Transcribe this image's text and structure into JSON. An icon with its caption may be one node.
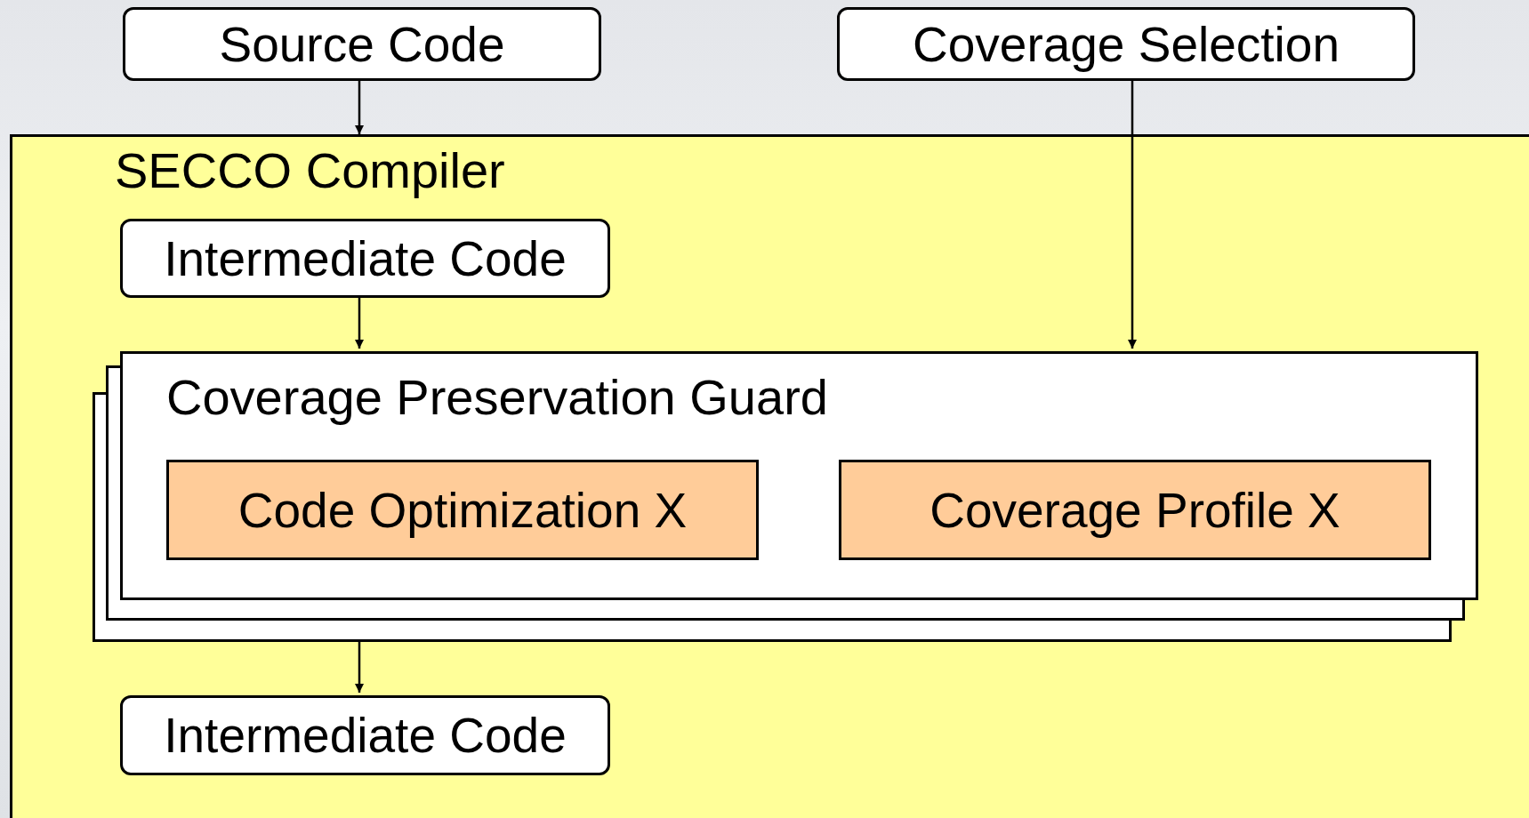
{
  "diagram": {
    "nodes": [
      {
        "text": [
          "Source Code"
        ]
      },
      {
        "text": [
          "Coverage Selection"
        ]
      },
      {
        "text": [
          "SECCO Compiler"
        ]
      },
      {
        "text": [
          "Intermediate Code"
        ],
        "in": 2
      },
      {
        "text": [
          "Coverage Preservation Guard"
        ],
        "in": 2
      },
      {
        "text": [
          "Code Optimization X"
        ],
        "in": 4
      },
      {
        "text": [
          "Coverage Profile X"
        ],
        "in": 4
      },
      {
        "text": [
          "Intermediate Code"
        ],
        "in": 2
      }
    ],
    "edges": [
      {
        "from": 0,
        "to": 2,
        "arrow": "to"
      },
      {
        "from": 3,
        "to": 4,
        "arrow": "to"
      },
      {
        "from": 1,
        "to": 4,
        "arrow": "to"
      },
      {
        "from": 4,
        "to": 7,
        "arrow": "to"
      }
    ]
  }
}
